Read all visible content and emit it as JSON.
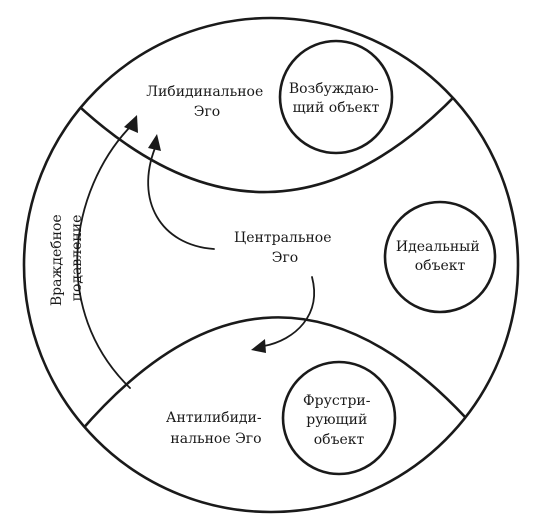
{
  "diagram": {
    "labels": {
      "libidinal_ego": [
        "Либидинальное",
        "Эго"
      ],
      "exciting_object": [
        "Возбуждаю-",
        "щий объект"
      ],
      "central_ego": [
        "Центральное",
        "Эго"
      ],
      "ideal_object": [
        "Идеальный",
        "объект"
      ],
      "antilibidinal_ego": [
        "Антилибиди-",
        "нальное Эго"
      ],
      "frustrating_object": [
        "Фрустри-",
        "рующий",
        "объект"
      ],
      "hostile_repression": [
        "Враждебное",
        "подавление"
      ]
    }
  }
}
